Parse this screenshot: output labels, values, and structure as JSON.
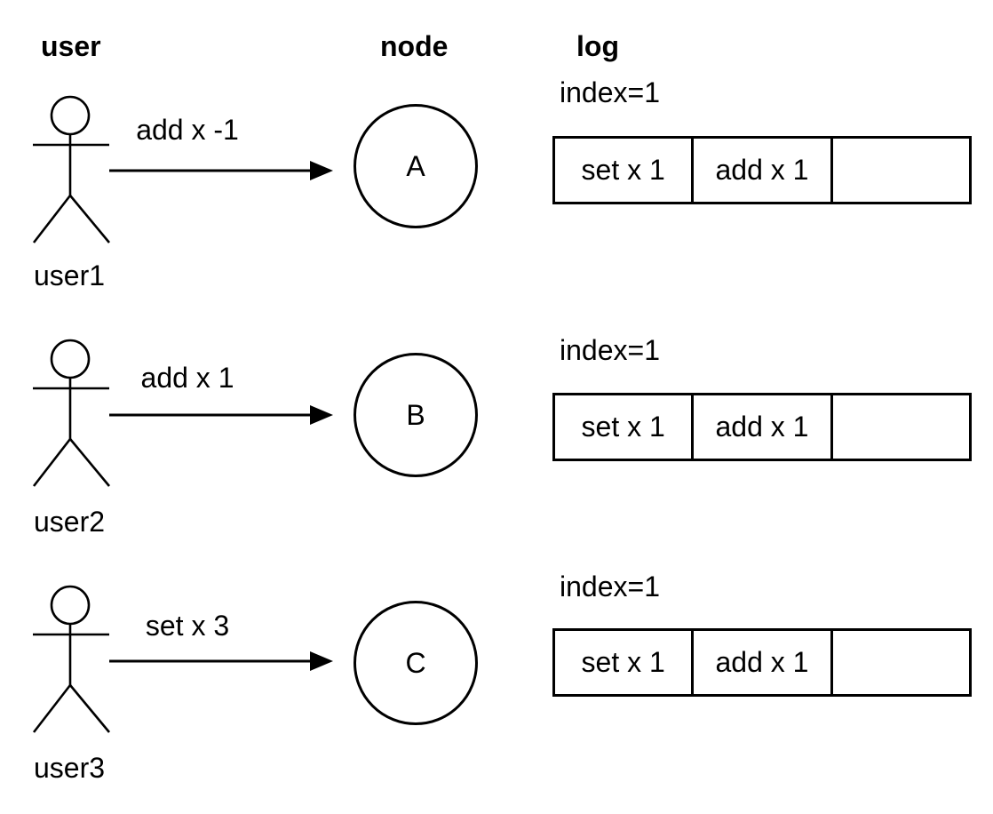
{
  "headers": {
    "user": "user",
    "node": "node",
    "log": "log"
  },
  "colors": {
    "background": "#ffffff",
    "stroke": "#000000",
    "text": "#000000"
  },
  "icons": {
    "user_figure": "stick-figure-icon",
    "arrow": "arrow-right-icon"
  },
  "rows": [
    {
      "user_name": "user1",
      "message": "add x -1",
      "node_label": "A",
      "log_index": "index=1",
      "log_cells": [
        "set x 1",
        "add x 1",
        ""
      ]
    },
    {
      "user_name": "user2",
      "message": "add x 1",
      "node_label": "B",
      "log_index": "index=1",
      "log_cells": [
        "set x 1",
        "add x 1",
        ""
      ]
    },
    {
      "user_name": "user3",
      "message": "set x 3",
      "node_label": "C",
      "log_index": "index=1",
      "log_cells": [
        "set x 1",
        "add x 1",
        ""
      ]
    }
  ]
}
